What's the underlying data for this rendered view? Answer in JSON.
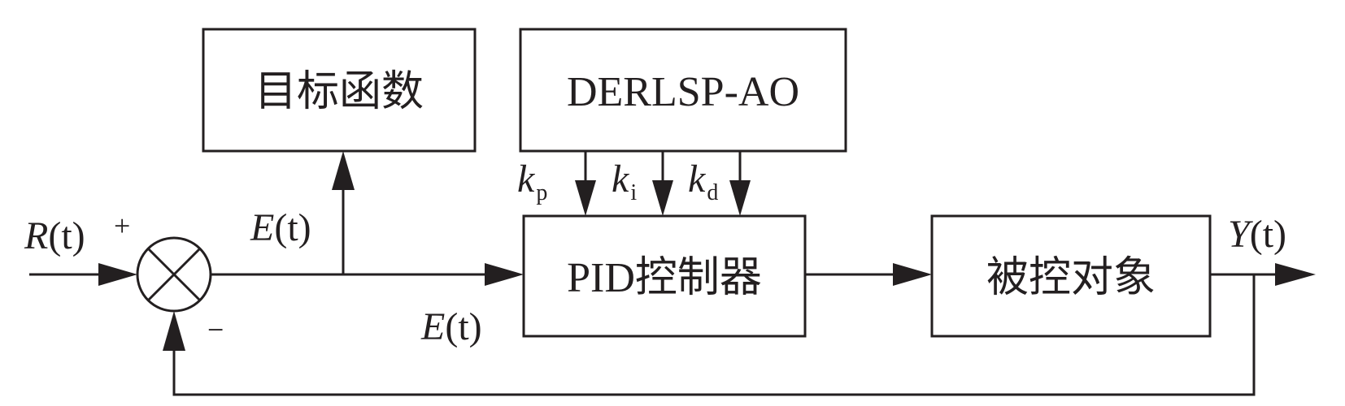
{
  "blocks": {
    "objective": "目标函数",
    "optimizer": "DERLSP-AO",
    "controller": "PID控制器",
    "plant": "被控对象"
  },
  "signals": {
    "reference": {
      "sym": "R",
      "arg": "(t)"
    },
    "error_up": {
      "sym": "E",
      "arg": "(t)"
    },
    "error_down": {
      "sym": "E",
      "arg": "(t)"
    },
    "output": {
      "sym": "Y",
      "arg": "(t)"
    }
  },
  "gains": [
    {
      "sym": "k",
      "sub": "p"
    },
    {
      "sym": "k",
      "sub": "i"
    },
    {
      "sym": "k",
      "sub": "d"
    }
  ],
  "summing_signs": {
    "plus": "+",
    "minus": "−"
  }
}
